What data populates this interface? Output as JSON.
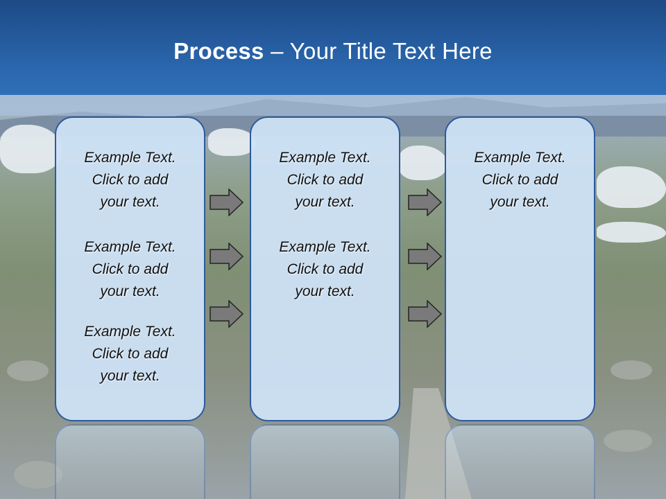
{
  "header": {
    "title_bold": "Process",
    "title_rest": " – Your Title Text Here"
  },
  "columns": [
    {
      "items": [
        [
          "Example Text.",
          "Click  to add",
          "your text."
        ],
        [
          "Example Text.",
          "Click  to add",
          "your text."
        ],
        [
          "Example Text.",
          "Click  to add",
          "your text."
        ]
      ]
    },
    {
      "items": [
        [
          "Example Text.",
          "Click  to add",
          "your text."
        ],
        [
          "Example Text.",
          "Click  to add",
          "your text."
        ]
      ]
    },
    {
      "items": [
        [
          "Example Text.",
          "Click  to add",
          "your text."
        ]
      ]
    }
  ],
  "colors": {
    "header": "#2a66ad",
    "box_fill": "#cde1f5",
    "box_border": "#2d5a9a",
    "arrow": "#7a7a7a"
  }
}
